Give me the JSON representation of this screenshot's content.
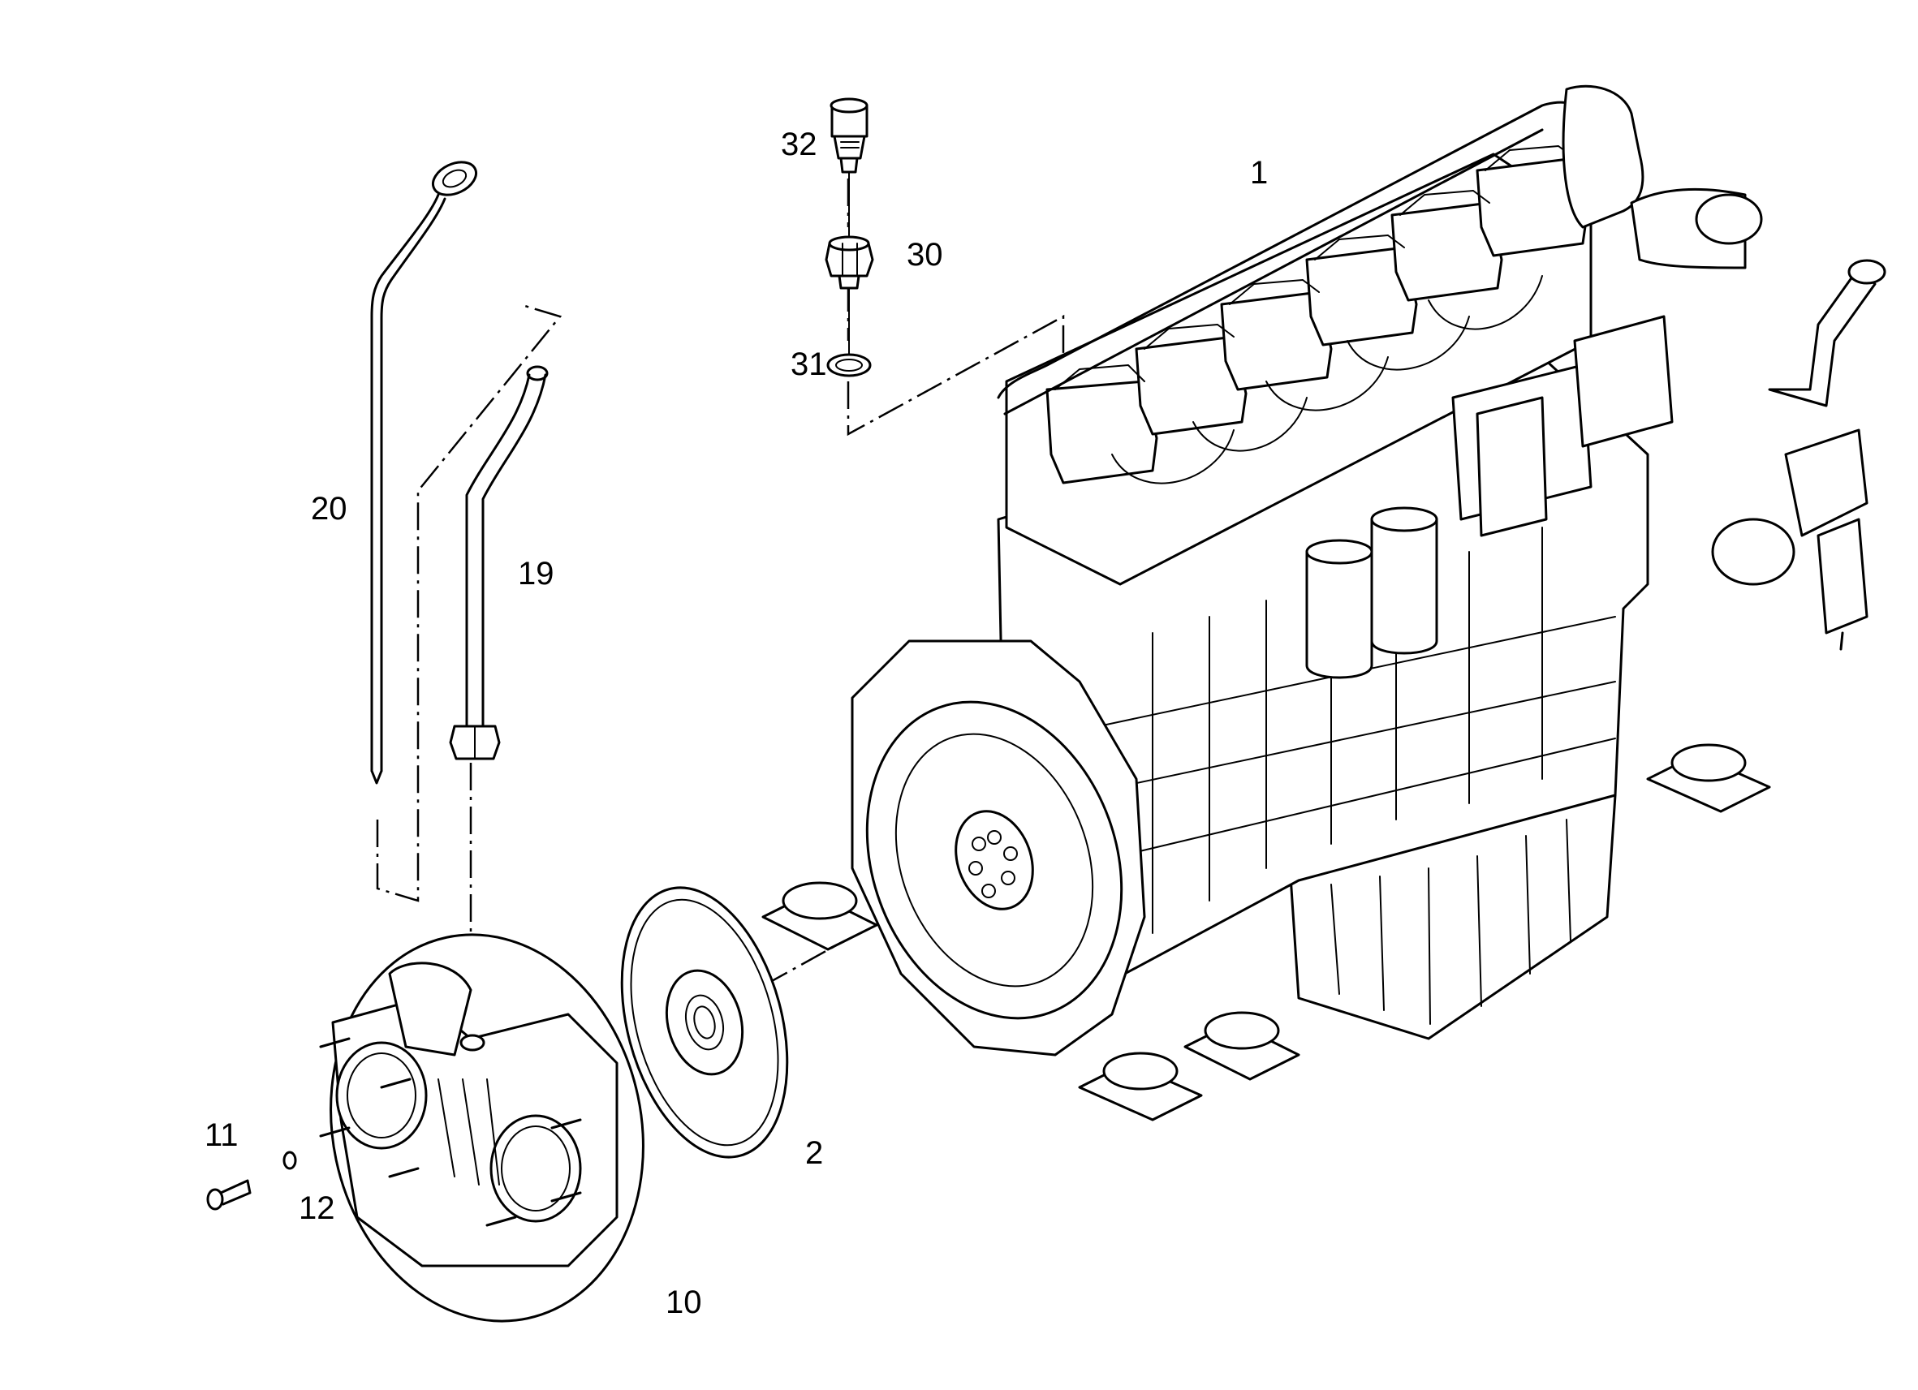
{
  "callouts": [
    {
      "id": "1",
      "text": "1"
    },
    {
      "id": "2",
      "text": "2"
    },
    {
      "id": "10",
      "text": "10"
    },
    {
      "id": "11",
      "text": "11"
    },
    {
      "id": "12",
      "text": "12"
    },
    {
      "id": "19",
      "text": "19"
    },
    {
      "id": "20",
      "text": "20"
    },
    {
      "id": "30",
      "text": "30"
    },
    {
      "id": "31",
      "text": "31"
    },
    {
      "id": "32",
      "text": "32"
    }
  ],
  "colors": {
    "line": "#000000",
    "background": "#ffffff"
  }
}
